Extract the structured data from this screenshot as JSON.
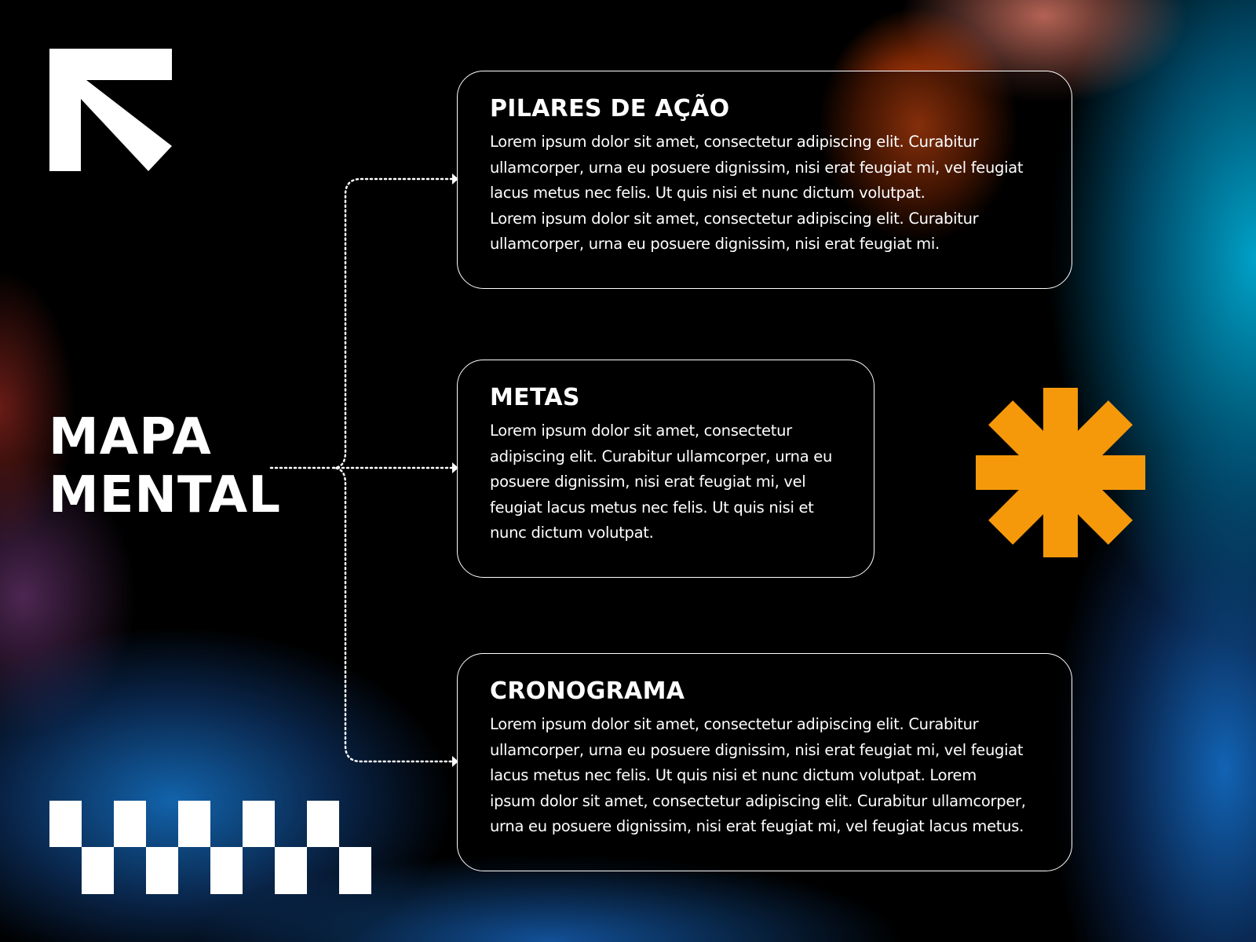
{
  "title": {
    "line1": "MAPA",
    "line2": "MENTAL"
  },
  "cards": [
    {
      "heading": "PILARES DE AÇÃO",
      "text": "Lorem ipsum dolor sit amet, consectetur adipiscing elit. Curabitur\nullamcorper, urna eu posuere dignissim, nisi erat feugiat mi, vel feugiat\nlacus metus nec felis. Ut quis nisi et nunc dictum volutpat.\nLorem ipsum dolor sit amet, consectetur adipiscing elit. Curabitur\nullamcorper, urna eu posuere dignissim, nisi erat feugiat mi."
    },
    {
      "heading": "METAS",
      "text": "Lorem ipsum dolor sit amet, consectetur\nadipiscing elit. Curabitur ullamcorper, urna eu\nposuere dignissim, nisi erat feugiat mi, vel\nfeugiat lacus metus nec felis. Ut quis nisi et\nnunc dictum volutpat."
    },
    {
      "heading": "CRONOGRAMA",
      "text": "Lorem ipsum dolor sit amet, consectetur adipiscing elit. Curabitur\nullamcorper, urna eu posuere dignissim, nisi erat feugiat mi, vel feugiat\nlacus metus nec felis. Ut quis nisi et nunc dictum volutpat. Lorem\nipsum dolor sit amet, consectetur adipiscing elit. Curabitur ullamcorper,\nurna eu posuere dignissim, nisi erat feugiat mi, vel feugiat lacus metus."
    }
  ],
  "colors": {
    "accent": "#F5990B",
    "text": "#FFFFFF",
    "background": "#000000"
  },
  "icons": {
    "corner": "arrow-up-left-icon",
    "decoration": "asterisk-icon",
    "pattern": "checkerboard-pattern"
  }
}
